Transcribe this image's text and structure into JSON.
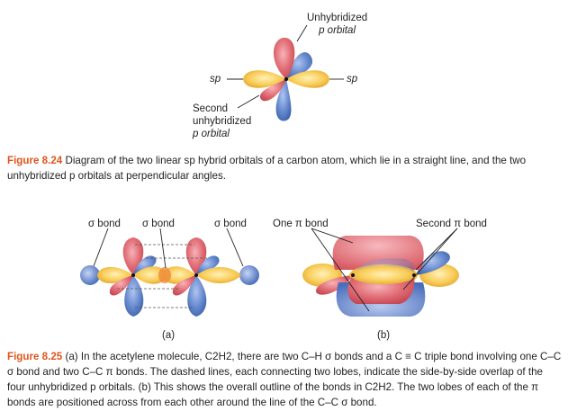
{
  "fig1": {
    "labels": {
      "unhybridized_line1": "Unhybridized",
      "unhybridized_line2": "p orbital",
      "sp_left": "sp",
      "sp_right": "sp",
      "second_line1": "Second",
      "second_line2": "unhybridized",
      "second_line3": "p orbital"
    },
    "caption": {
      "number": "Figure 8.24",
      "text": "Diagram of the two linear sp hybrid orbitals of a carbon atom, which lie in a straight line, and the two unhybridized p orbitals at perpendicular angles."
    }
  },
  "fig2": {
    "labels": {
      "sigma_bond_1": "σ bond",
      "sigma_bond_2": "σ bond",
      "sigma_bond_3": "σ bond",
      "one_pi_bond": "One π bond",
      "second_pi_bond": "Second π bond",
      "panel_a": "(a)",
      "panel_b": "(b)"
    },
    "caption": {
      "number": "Figure 8.25",
      "text": "(a) In the acetylene molecule, C2H2, there are two C–H σ bonds and a C ≡ C triple bond involving one C–C σ bond and two C–C π bonds. The dashed lines, each connecting two lobes, indicate the side-by-side overlap of the four unhybridized p orbitals. (b) This shows the overall outline of the bonds in C2H2. The two lobes of each of the π bonds are positioned across from each other around the line of the C–C σ bond."
    }
  },
  "colors": {
    "sp_orbital": "#f7c453",
    "p_red": "#e0656f",
    "p_blue": "#5b7fc7",
    "caption_number": "#e0541b"
  }
}
